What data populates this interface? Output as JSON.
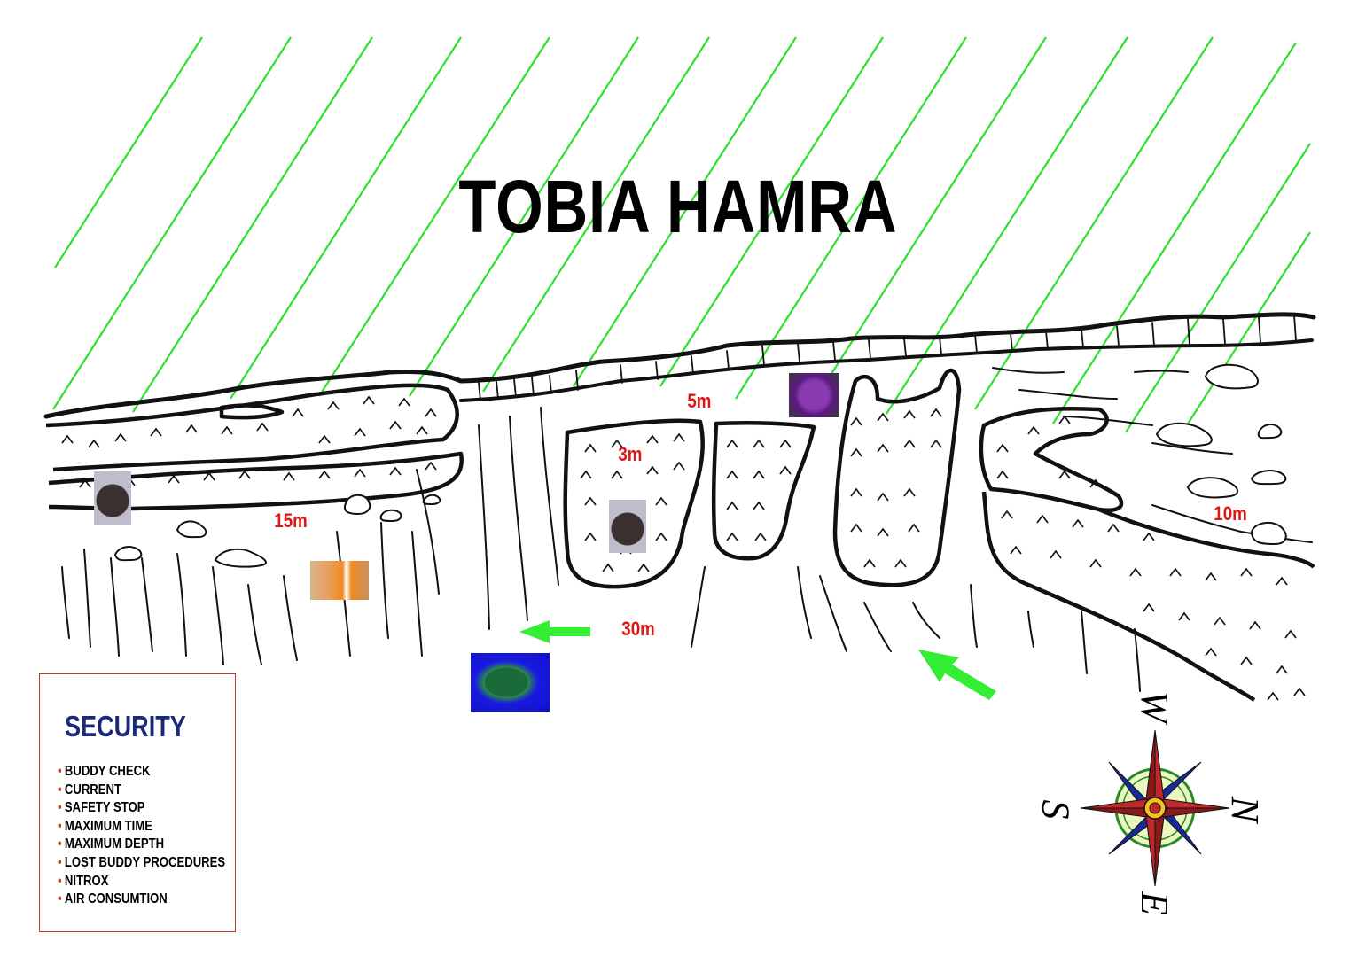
{
  "title": "TOBIA HAMRA",
  "depths": [
    "5m",
    "3m",
    "15m",
    "30m",
    "10m"
  ],
  "security": {
    "heading": "SECURITY",
    "items": [
      "BUDDY CHECK",
      "CURRENT",
      "SAFETY STOP",
      "MAXIMUM TIME",
      "MAXIMUM DEPTH",
      "LOST BUDDY PROCEDURES",
      "NITROX",
      "AIR CONSUMTION"
    ]
  },
  "compass": {
    "w": "W",
    "n": "N",
    "s": "S",
    "e": "E"
  },
  "icons": [
    "stonefish-photo",
    "clownfish-photo",
    "napoleon-wrasse-photo",
    "purple-coral-photo",
    "green-current-arrow",
    "compass-rose-icon"
  ],
  "colors": {
    "land_hatch": "#2ee02e",
    "depth_label": "#e01616",
    "arrow": "#33ee33",
    "security_heading": "#1a2a7a",
    "security_border": "#c0392b"
  }
}
